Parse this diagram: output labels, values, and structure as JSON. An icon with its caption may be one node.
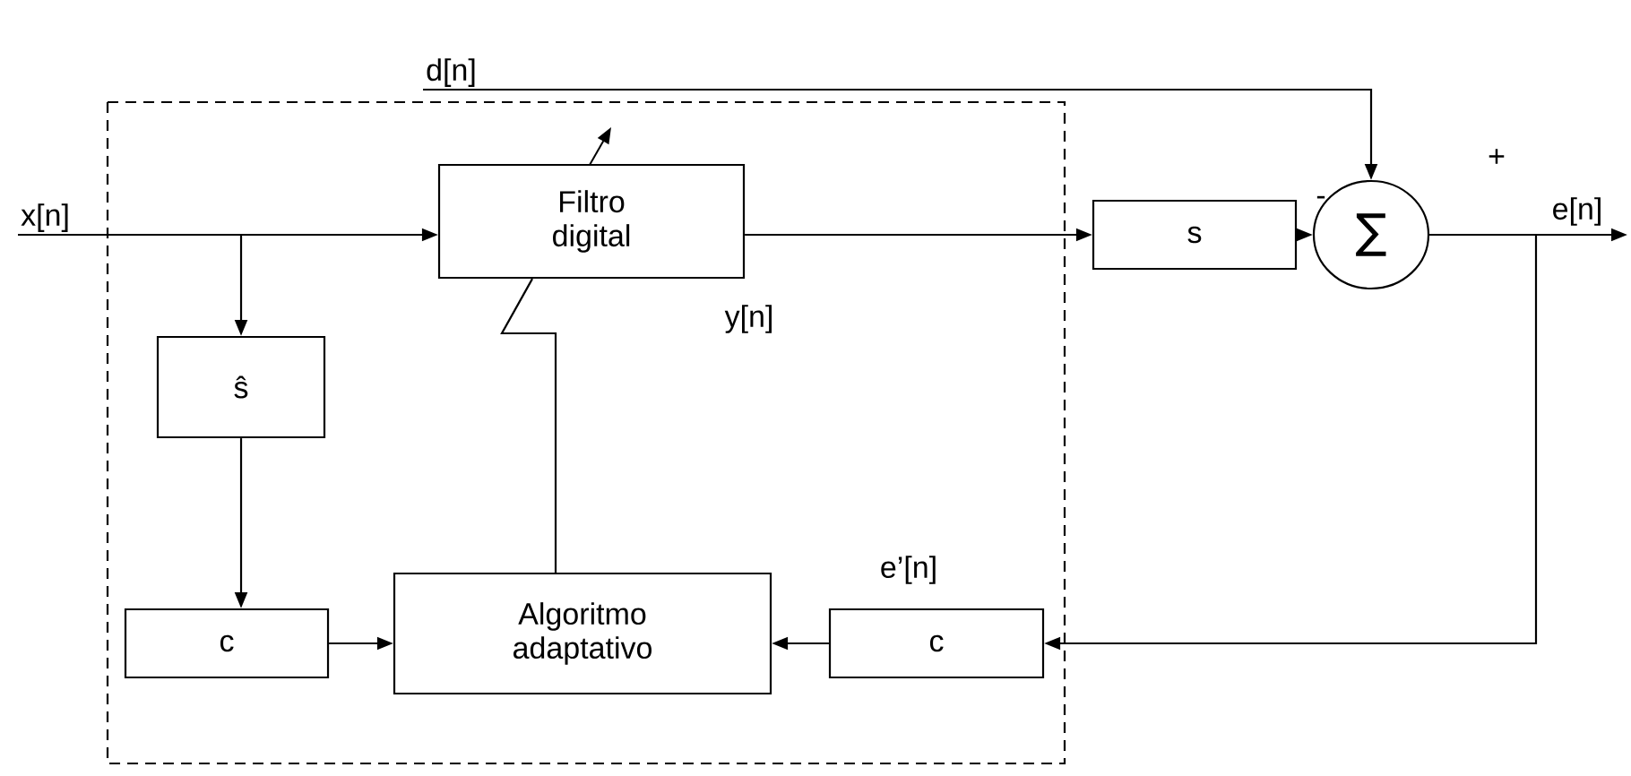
{
  "diagram": {
    "nodes": [
      {
        "text": [
          "x[n]"
        ]
      },
      {
        "text": [
          "d[n]"
        ]
      },
      {
        "text": [
          "Filtro digital"
        ]
      },
      {
        "text": [
          "ŝ"
        ]
      },
      {
        "text": [
          "c"
        ]
      },
      {
        "text": [
          "Algoritmo adaptativo"
        ]
      },
      {
        "text": [
          "c"
        ]
      },
      {
        "text": [
          "s"
        ]
      },
      {
        "text": [
          "∑"
        ]
      }
    ],
    "edges": [
      {
        "from": 0,
        "to": 2,
        "arrow": "to"
      },
      {
        "from": 0,
        "to": 3,
        "arrow": "to"
      },
      {
        "from": 1,
        "to": 8,
        "arrow": "to"
      },
      {
        "from": 2,
        "to": 7,
        "arrow": "to"
      },
      {
        "from": 7,
        "to": 8,
        "arrow": "to"
      },
      {
        "from": 8,
        "to": null,
        "arrow": "to",
        "label": "e[n]"
      },
      {
        "from": 8,
        "to": 6,
        "arrow": "to"
      },
      {
        "from": 6,
        "to": 5,
        "arrow": "to"
      },
      {
        "from": 3,
        "to": 4,
        "arrow": "to"
      },
      {
        "from": 4,
        "to": 5,
        "arrow": "to"
      },
      {
        "from": 5,
        "to": 2,
        "arrow": "none"
      }
    ],
    "labels": [
      "+",
      "-",
      "y[n]",
      "e’[n]"
    ]
  }
}
